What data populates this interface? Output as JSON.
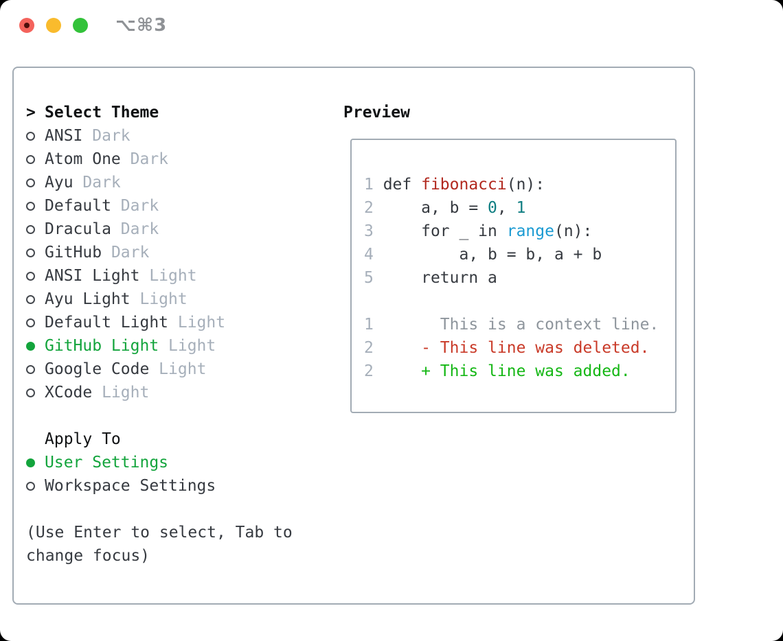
{
  "titlebar": {
    "shortcut": "⌥⌘3",
    "buttons": [
      "close",
      "minimize",
      "zoom"
    ]
  },
  "colors": {
    "accent_green": "#13a43c",
    "added_green": "#15b715",
    "deleted_red": "#c93a28",
    "function_red": "#b1281e",
    "number_teal": "#0e7d81",
    "builtin_blue": "#1a9ad2",
    "muted_gray": "#a6afba",
    "text_dark": "#363a40",
    "border_gray": "#a2abb4",
    "traffic_red": "#f4635c",
    "traffic_yellow": "#f9bb2d",
    "traffic_green": "#33c23a"
  },
  "theme_panel": {
    "header": {
      "marker": ">",
      "label": "Select Theme"
    },
    "items": [
      {
        "name": "ANSI",
        "variant": "Dark",
        "selected": false
      },
      {
        "name": "Atom One",
        "variant": "Dark",
        "selected": false
      },
      {
        "name": "Ayu",
        "variant": "Dark",
        "selected": false
      },
      {
        "name": "Default",
        "variant": "Dark",
        "selected": false
      },
      {
        "name": "Dracula",
        "variant": "Dark",
        "selected": false
      },
      {
        "name": "GitHub",
        "variant": "Dark",
        "selected": false
      },
      {
        "name": "ANSI Light",
        "variant": "Light",
        "selected": false
      },
      {
        "name": "Ayu Light",
        "variant": "Light",
        "selected": false
      },
      {
        "name": "Default Light",
        "variant": "Light",
        "selected": false
      },
      {
        "name": "GitHub Light",
        "variant": "Light",
        "selected": true
      },
      {
        "name": "Google Code",
        "variant": "Light",
        "selected": false
      },
      {
        "name": "XCode",
        "variant": "Light",
        "selected": false
      }
    ],
    "apply_to": {
      "label": "Apply To",
      "options": [
        {
          "name": "User Settings",
          "selected": true
        },
        {
          "name": "Workspace Settings",
          "selected": false
        }
      ]
    },
    "help_lines": [
      "(Use Enter to select, Tab to",
      "change focus)"
    ]
  },
  "preview": {
    "title": "Preview",
    "code_lines": [
      {
        "segments": [
          {
            "t": "1 ",
            "c": "ln"
          },
          {
            "t": "def ",
            "c": "pl"
          },
          {
            "t": "fibonacci",
            "c": "fn"
          },
          {
            "t": "(n):",
            "c": "pl"
          }
        ]
      },
      {
        "segments": [
          {
            "t": "2 ",
            "c": "ln"
          },
          {
            "t": "    a, b = ",
            "c": "pl"
          },
          {
            "t": "0",
            "c": "nm"
          },
          {
            "t": ", ",
            "c": "pl"
          },
          {
            "t": "1",
            "c": "nm"
          }
        ]
      },
      {
        "segments": [
          {
            "t": "3 ",
            "c": "ln"
          },
          {
            "t": "    for _ in ",
            "c": "pl"
          },
          {
            "t": "range",
            "c": "bi"
          },
          {
            "t": "(n):",
            "c": "pl"
          }
        ]
      },
      {
        "segments": [
          {
            "t": "4 ",
            "c": "ln"
          },
          {
            "t": "        a, b = b, a + b",
            "c": "pl"
          }
        ]
      },
      {
        "segments": [
          {
            "t": "5 ",
            "c": "ln"
          },
          {
            "t": "    return a",
            "c": "pl"
          }
        ]
      },
      {
        "segments": []
      },
      {
        "segments": [
          {
            "t": "1 ",
            "c": "ln"
          },
          {
            "t": "      This is a context line.",
            "c": "ctx"
          }
        ]
      },
      {
        "segments": [
          {
            "t": "2 ",
            "c": "ln"
          },
          {
            "t": "    - This line was deleted.",
            "c": "del"
          }
        ]
      },
      {
        "segments": [
          {
            "t": "2 ",
            "c": "ln"
          },
          {
            "t": "    + This line was added.",
            "c": "add"
          }
        ]
      }
    ]
  }
}
